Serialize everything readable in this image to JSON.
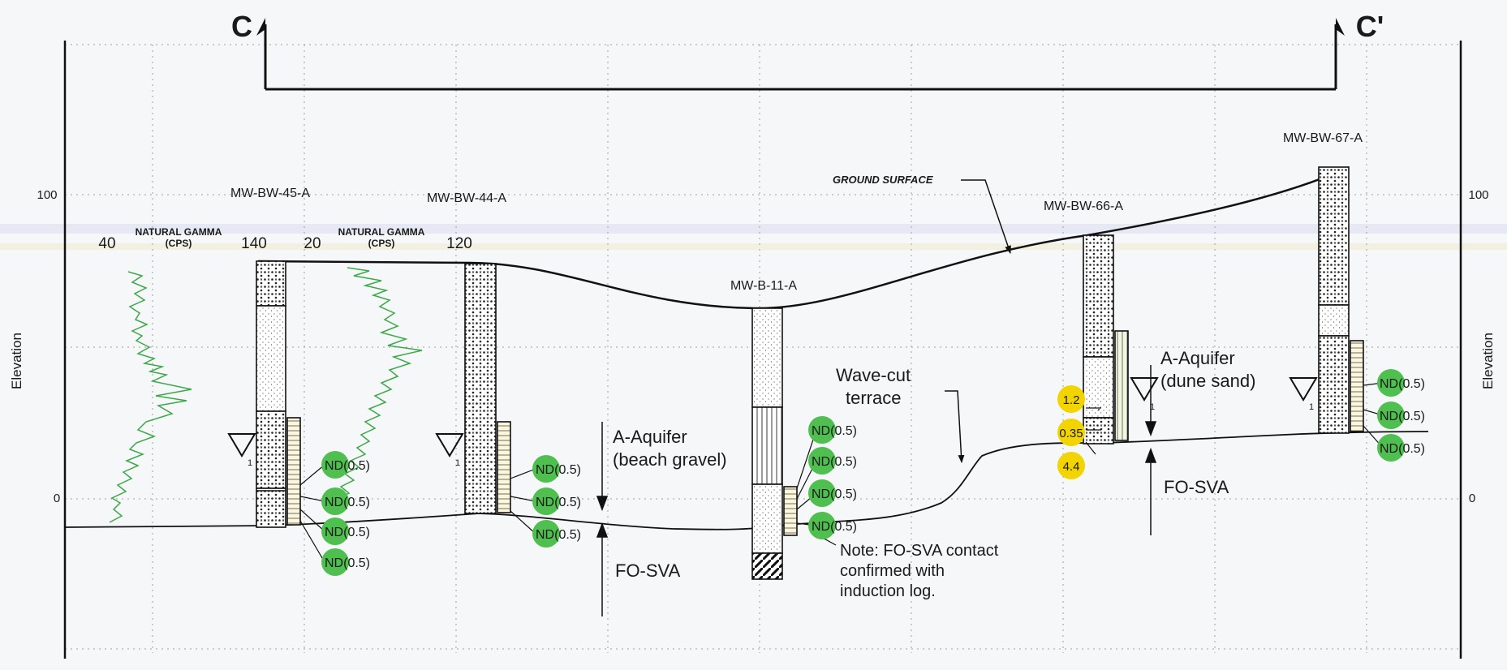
{
  "section": {
    "left": "C",
    "right": "C'"
  },
  "axes": {
    "left_label": "Elevation",
    "right_label": "Elevation",
    "left_ticks": [
      "100",
      "0"
    ],
    "right_ticks": [
      "100",
      "0"
    ]
  },
  "ground_surface_label": "GROUND SURFACE",
  "gamma_logs": [
    {
      "label_line1": "NATURAL GAMMA",
      "label_line2": "(CPS)",
      "scale_min": "40",
      "scale_max": "140"
    },
    {
      "label_line1": "NATURAL GAMMA",
      "label_line2": "(CPS)",
      "scale_min": "20",
      "scale_max": "120"
    }
  ],
  "wells": [
    {
      "name": "MW-BW-45-A"
    },
    {
      "name": "MW-BW-44-A"
    },
    {
      "name": "MW-B-11-A"
    },
    {
      "name": "MW-BW-66-A"
    },
    {
      "name": "MW-BW-67-A"
    }
  ],
  "water_level_subscript": "1",
  "samples": {
    "w45": [
      "ND(0.5)",
      "ND(0.5)",
      "ND(0.5)",
      "ND(0.5)"
    ],
    "w44": [
      "ND(0.5)",
      "ND(0.5)",
      "ND(0.5)"
    ],
    "w11": [
      "ND(0.5)",
      "ND(0.5)",
      "ND(0.5)",
      "ND(0.5)"
    ],
    "w66": [
      "1.2",
      "0.35",
      "4.4"
    ],
    "w67": [
      "ND(0.5)",
      "ND(0.5)",
      "ND(0.5)"
    ]
  },
  "sample_colors": {
    "nd": "#4fbf4f",
    "detect": "#f2d400"
  },
  "annotations": {
    "a_aquifer_beach_1": "A-Aquifer",
    "a_aquifer_beach_2": "(beach gravel)",
    "fo_sva_left": "FO-SVA",
    "wave_cut_1": "Wave-cut",
    "wave_cut_2": "terrace",
    "note_1": "Note: FO-SVA contact",
    "note_2": "confirmed with",
    "note_3": "induction log.",
    "a_aquifer_dune_1": "A-Aquifer",
    "a_aquifer_dune_2": "(dune sand)",
    "fo_sva_right": "FO-SVA"
  }
}
